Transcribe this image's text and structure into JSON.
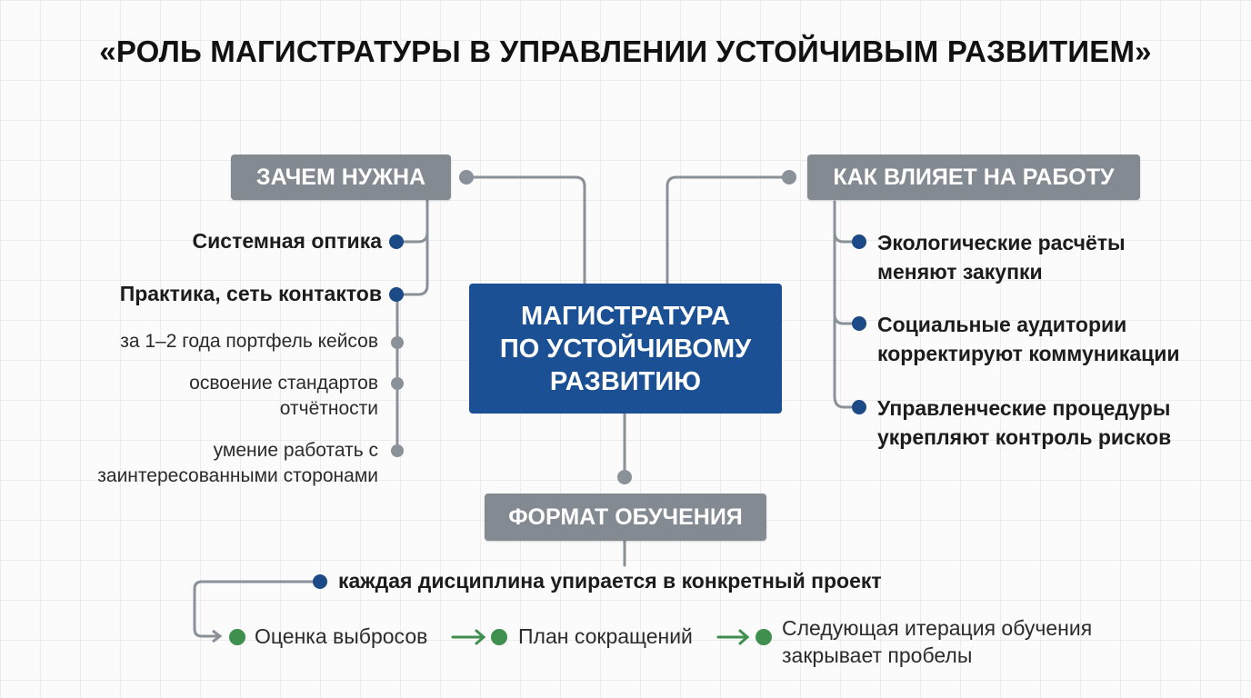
{
  "title": "«РОЛЬ МАГИСТРАТУРЫ В УПРАВЛЕНИИ УСТОЙЧИВЫМ РАЗВИТИЕМ»",
  "center": "МАГИСТРАТУРА\nПО УСТОЙЧИВОМУ\nРАЗВИТИЮ",
  "left": {
    "header": "ЗАЧЕМ НУЖНА",
    "items": [
      "Системная оптика",
      "Практика, сеть контактов"
    ],
    "subitems": [
      "за 1–2 года портфель кейсов",
      "освоение стандартов отчётности",
      "умение работать с заинтересованными сторонами"
    ]
  },
  "right": {
    "header": "КАК ВЛИЯЕТ НА РАБОТУ",
    "items": [
      "Экологические расчёты меняют закупки",
      "Социальные аудитории корректируют коммуникации",
      "Управленческие процедуры укрепляют контроль рисков"
    ]
  },
  "bottom": {
    "header": "ФОРМАТ ОБУЧЕНИЯ",
    "lead": "каждая дисциплина упирается в конкретный проект",
    "steps": [
      "Оценка выбросов",
      "План сокращений",
      "Следующая итерация обучения закрывает пробелы"
    ]
  },
  "colors": {
    "center": "#1b5194",
    "tag": "#838a91",
    "connector": "#8a9198",
    "dot_blue": "#1b4a87",
    "dot_gray": "#8a9198",
    "dot_green": "#3f8f4f"
  }
}
